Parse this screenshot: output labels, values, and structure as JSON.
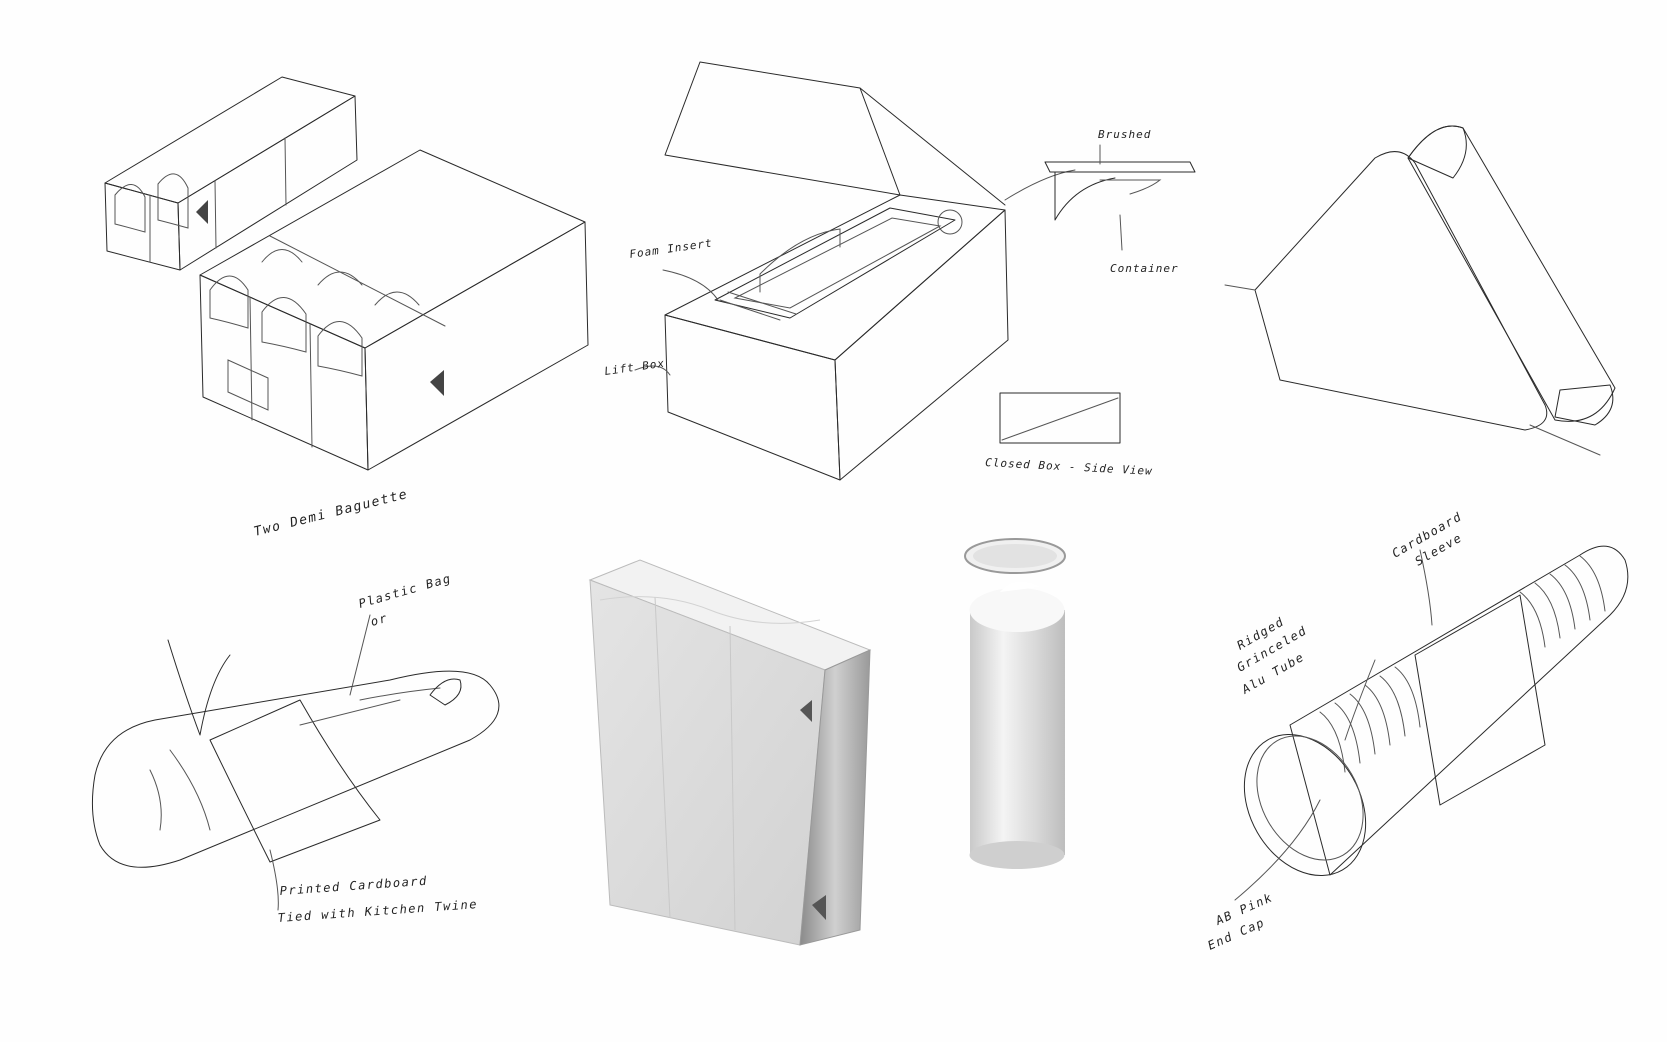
{
  "sketches": {
    "baguette_boxes": {
      "caption": "Two Demi Baguette"
    },
    "lift_box": {
      "foam_label": "Foam Insert",
      "lift_label": "Lift Box",
      "brushed_label": "Brushed",
      "container_label": "Container",
      "side_view_label": "Closed Box - Side View"
    },
    "triangle_sleeve": {},
    "wrapped_bread": {
      "bag_label_line1": "Plastic Bag",
      "bag_label_line2": "or",
      "cardboard_label_line1": "Printed Cardboard",
      "cardboard_label_line2": "Tied with Kitchen Twine"
    },
    "folded_box": {},
    "cylinder": {},
    "ridged_tube": {
      "sleeve_label_line1": "Cardboard",
      "sleeve_label_line2": "Sleeve",
      "tube_label_line1": "Ridged",
      "tube_label_line2": "Grinceled",
      "tube_label_line3": "Alu Tube",
      "cap_label_line1": "AB Pink",
      "cap_label_line2": "End Cap"
    }
  },
  "colors": {
    "ink": "#2a2a2a",
    "face_light": "#f0f0f0",
    "face_mid": "#dcdcdc",
    "face_dark": "#c4c4c4"
  }
}
